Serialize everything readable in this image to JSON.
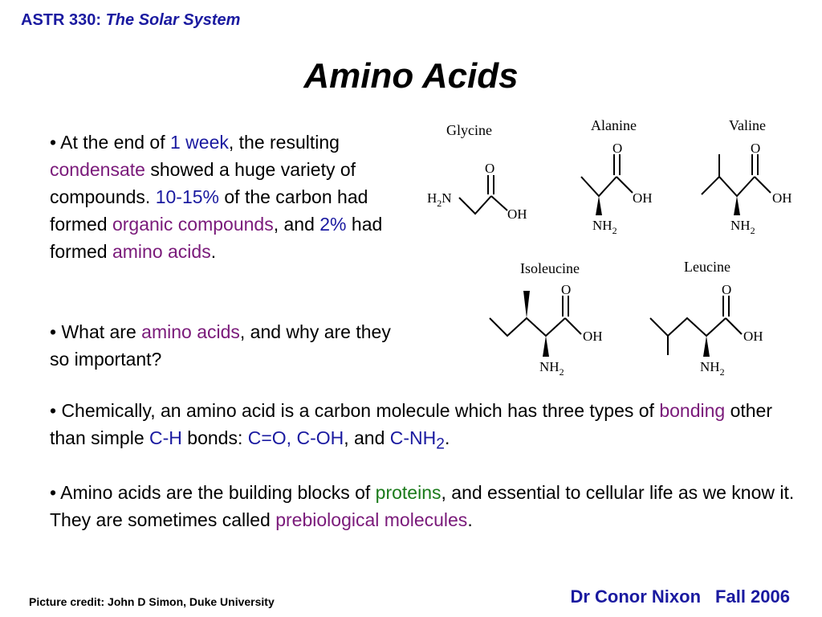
{
  "header": {
    "course_code": "ASTR 330:",
    "course_name": "The Solar System"
  },
  "slide_title": "Amino Acids",
  "bullets": {
    "b1": {
      "t1": "• At the end of ",
      "h1": "1 week",
      "t2": ", the resulting ",
      "h2": "condensate",
      "t3": " showed a huge variety of compounds. ",
      "h3": "10-15%",
      "t4": " of the carbon had formed ",
      "h4": "organic compounds",
      "t5": ", and ",
      "h5": "2%",
      "t6": " had formed ",
      "h6": "amino acids",
      "t7": "."
    },
    "b2": {
      "t1": "• What are ",
      "h1": "amino acids",
      "t2": ", and why are they so important?"
    },
    "b3": {
      "t1": "• Chemically, an amino acid is a carbon molecule which has three types of ",
      "h1": "bonding",
      "t2": " other than simple ",
      "h2": "C-H",
      "t3": " bonds: ",
      "h3": "C=O, C-OH",
      "t4": ", and ",
      "h4": "C-NH",
      "h4_sub": "2",
      "t5": "."
    },
    "b4": {
      "t1": "• Amino acids are the building blocks of ",
      "h1": "proteins",
      "t2": ", and essential to cellular life as we know it. They are sometimes called ",
      "h2": "prebiological molecules",
      "t3": "."
    }
  },
  "molecules": {
    "glycine": "Glycine",
    "alanine": "Alanine",
    "valine": "Valine",
    "isoleucine": "Isoleucine",
    "leucine": "Leucine",
    "atom_o": "O",
    "atom_oh": "OH",
    "atom_nh2": "NH",
    "atom_h2n": "H",
    "atom_n": "N",
    "sub_2": "2"
  },
  "footer": {
    "credit": "Picture credit: John D Simon, Duke University",
    "author": "Dr Conor Nixon",
    "term": "Fall 2006"
  },
  "colors": {
    "highlight_blue": "#1a1aa0",
    "highlight_purple": "#7a1a7a",
    "highlight_green": "#1a7a1a"
  }
}
